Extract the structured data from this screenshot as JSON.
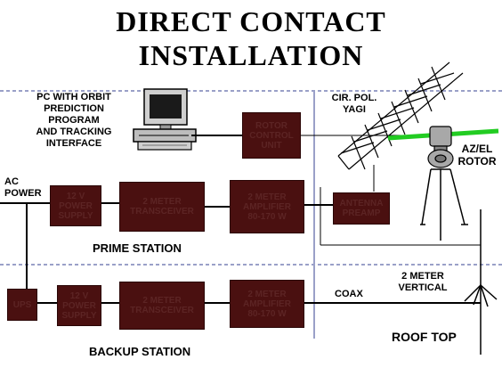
{
  "title": {
    "line1": "DIRECT CONTACT",
    "line2": "INSTALLATION"
  },
  "labels": {
    "pc": "PC WITH ORBIT\nPREDICTION\nPROGRAM\nAND TRACKING\nINTERFACE",
    "ac_power": "AC\nPOWER",
    "yagi": "CIR. POL.\nYAGI",
    "rotor": "AZ/EL\nROTOR",
    "prime_station": "PRIME STATION",
    "backup_station": "BACKUP STATION",
    "vertical": "2 METER\nVERTICAL",
    "coax": "COAX",
    "roof_top": "ROOF TOP"
  },
  "boxes": {
    "rotor_control": "ROTOR\nCONTROL\nUNIT",
    "psu_prime": "12 V\nPOWER\nSUPPLY",
    "transceiver_prime": "2 METER\nTRANSCEIVER",
    "amplifier_prime": "2 METER\nAMPLIFIER\n80-170 W",
    "preamp": "ANTENNA\nPREAMP",
    "ups": "UPS",
    "psu_backup": "12 V\nPOWER\nSUPPLY",
    "transceiver_backup": "2 METER\nTRANSCEIVER",
    "amplifier_backup": "2 METER\nAMPLIFIER\n80-170 W"
  },
  "colors": {
    "box_fill": "#4a1010",
    "wire": "#000000",
    "divider": "#9aa0c8",
    "boom": "#22cc22"
  }
}
